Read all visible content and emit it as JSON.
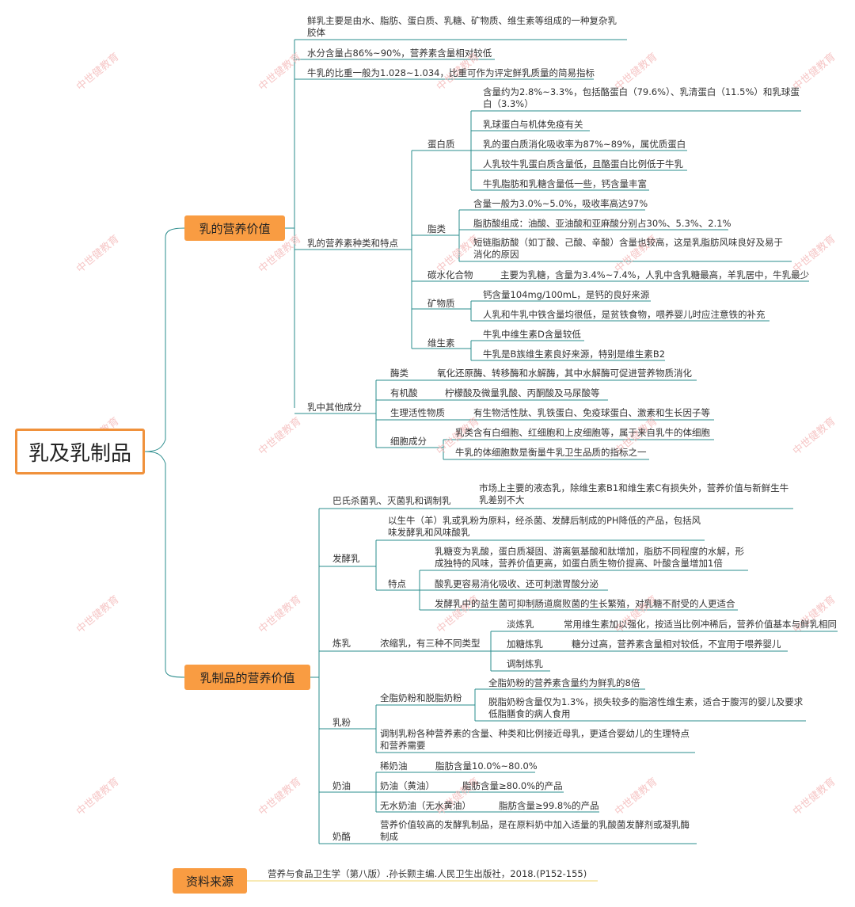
{
  "root": "乳及乳制品",
  "branch1": {
    "title": "乳的营养价值",
    "intro1": "鲜乳主要是由水、脂肪、蛋白质、乳糖、矿物质、维生素等组成的一种复杂乳胶体",
    "intro2": "水分含量占86%~90%，营养素含量相对较低",
    "intro3": "牛乳的比重一般为1.028~1.034，比重可作为评定鲜乳质量的简易指标",
    "nutrients": {
      "label": "乳的营养素种类和特点",
      "protein": {
        "label": "蛋白质",
        "items": [
          "含量约为2.8%~3.3%，包括酪蛋白（79.6%）、乳清蛋白（11.5%）和乳球蛋白（3.3%）",
          "乳球蛋白与机体免疫有关",
          "乳的蛋白质消化吸收率为87%~89%，属优质蛋白",
          "人乳较牛乳蛋白质含量低，且酪蛋白比例低于牛乳",
          "牛乳脂肪和乳糖含量低一些，钙含量丰富"
        ]
      },
      "fat": {
        "label": "脂类",
        "items": [
          "含量一般为3.0%~5.0%，吸收率高达97%",
          "脂肪酸组成：油酸、亚油酸和亚麻酸分别占30%、5.3%、2.1%",
          "短链脂肪酸（如丁酸、己酸、辛酸）含量也较高，这是乳脂肪风味良好及易于消化的原因"
        ]
      },
      "carb": {
        "label": "碳水化合物",
        "text": "主要为乳糖，含量为3.4%~7.4%，人乳中含乳糖最高，羊乳居中，牛乳最少"
      },
      "mineral": {
        "label": "矿物质",
        "items": [
          "钙含量104mg/100mL，是钙的良好来源",
          "人乳和牛乳中铁含量均很低，是贫铁食物，喂养婴儿时应注意铁的补充"
        ]
      },
      "vitamin": {
        "label": "维生素",
        "items": [
          "牛乳中维生素D含量较低",
          "牛乳是B族维生素良好来源，特别是维生素B2"
        ]
      }
    },
    "other": {
      "label": "乳中其他成分",
      "enzyme": {
        "label": "酶类",
        "text": "氧化还原酶、转移酶和水解酶，其中水解酶可促进营养物质消化"
      },
      "acid": {
        "label": "有机酸",
        "text": "柠檬酸及微量乳酸、丙酮酸及马尿酸等"
      },
      "bio": {
        "label": "生理活性物质",
        "text": "有生物活性肽、乳铁蛋白、免疫球蛋白、激素和生长因子等"
      },
      "cell": {
        "label": "细胞成分",
        "items": [
          "乳类含有白细胞、红细胞和上皮细胞等，属于来自乳牛的体细胞",
          "牛乳的体细胞数是衡量牛乳卫生品质的指标之一"
        ]
      }
    }
  },
  "branch2": {
    "title": "乳制品的营养价值",
    "liquid": {
      "label": "巴氏杀菌乳、灭菌乳和调制乳",
      "text": "市场上主要的液态乳，除维生素B1和维生素C有损失外，营养价值与新鲜生牛乳差别不大"
    },
    "ferment": {
      "label": "发酵乳",
      "def": "以生牛（羊）乳或乳粉为原料，经杀菌、发酵后制成的PH降低的产品，包括风味发酵乳和风味酸乳",
      "feature_label": "特点",
      "features": [
        "乳糖变为乳酸，蛋白质凝固、游离氨基酸和肽增加，脂肪不同程度的水解，形成独特的风味，营养价值更高，如蛋白质生物价提高、叶酸含量增加1倍",
        "酸乳更容易消化吸收、还可刺激胃酸分泌",
        "发酵乳中的益生菌可抑制肠道腐败菌的生长繁殖，对乳糖不耐受的人更适合"
      ]
    },
    "condensed": {
      "label": "炼乳",
      "sub": "浓缩乳，有三种不同类型",
      "light": {
        "label": "淡炼乳",
        "text": "常用维生素加以强化，按适当比例冲稀后，营养价值基本与鲜乳相同"
      },
      "sweet": {
        "label": "加糖炼乳",
        "text": "糖分过高，营养素含量相对较低，不宜用于喂养婴儿"
      },
      "mixed": {
        "label": "调制炼乳"
      }
    },
    "powder": {
      "label": "乳粉",
      "whole_label": "全脂奶粉和脱脂奶粉",
      "whole_items": [
        "全脂奶粉的营养素含量约为鲜乳的8倍",
        "脱脂奶粉含量仅为1.3%，损失较多的脂溶性维生素，适合于腹泻的婴儿及要求低脂膳食的病人食用"
      ],
      "formula": "调制乳粉各种营养素的含量、种类和比例接近母乳，更适合婴幼儿的生理特点和营养需要"
    },
    "cream": {
      "label": "奶油",
      "items": [
        {
          "label": "稀奶油",
          "text": "脂肪含量10.0%~80.0%"
        },
        {
          "label": "奶油（黄油）",
          "text": "脂肪含量≥80.0%的产品"
        },
        {
          "label": "无水奶油（无水黄油）",
          "text": "脂肪含量≥99.8%的产品"
        }
      ]
    },
    "cheese": {
      "label": "奶酪",
      "text": "营养价值较高的发酵乳制品，是在原料奶中加入适量的乳酸菌发酵剂或凝乳酶制成"
    }
  },
  "source": {
    "label": "资料来源",
    "text": "营养与食品卫生学（第八版）.孙长颢主编.人民卫生出版社，2018.(P152-155)"
  },
  "watermark": "中世健教育",
  "colors": {
    "line": "#2a8c8c",
    "accent": "#f99c42",
    "underline_source": "#f0d46a"
  }
}
